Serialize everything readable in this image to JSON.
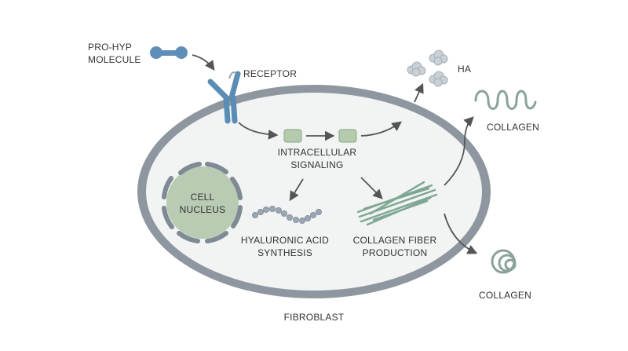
{
  "labels": {
    "prohyp_line1": "PRO-HYP",
    "prohyp_line2": "MOLECULE",
    "receptor": "RECEPTOR",
    "ha": "HA",
    "collagen_top": "COLLAGEN",
    "collagen_bottom": "COLLAGEN",
    "signaling_line1": "INTRACELLULAR",
    "signaling_line2": "SIGNALING",
    "nucleus_line1": "CELL",
    "nucleus_line2": "NUCLEUS",
    "hyaluronic_line1": "HYALURONIC ACID",
    "hyaluronic_line2": "SYNTHESIS",
    "collagen_fiber_line1": "COLLAGEN FIBER",
    "collagen_fiber_line2": "PRODUCTION",
    "fibroblast": "FIBROBLAST"
  },
  "colors": {
    "membrane": "#8e979f",
    "cytoplasm": "#f2f3f3",
    "nucleus_fill": "#b9cbb3",
    "nucleus_segments": "#7f8a94",
    "signal_box": "#b5cbae",
    "receptor": "#5a8db5",
    "molecule": "#5f8fb8",
    "strand": "#7fa894",
    "hyaluronic": "#9aa7b2",
    "ha_cloud": "#c9d0d6",
    "arrow": "#555555"
  }
}
